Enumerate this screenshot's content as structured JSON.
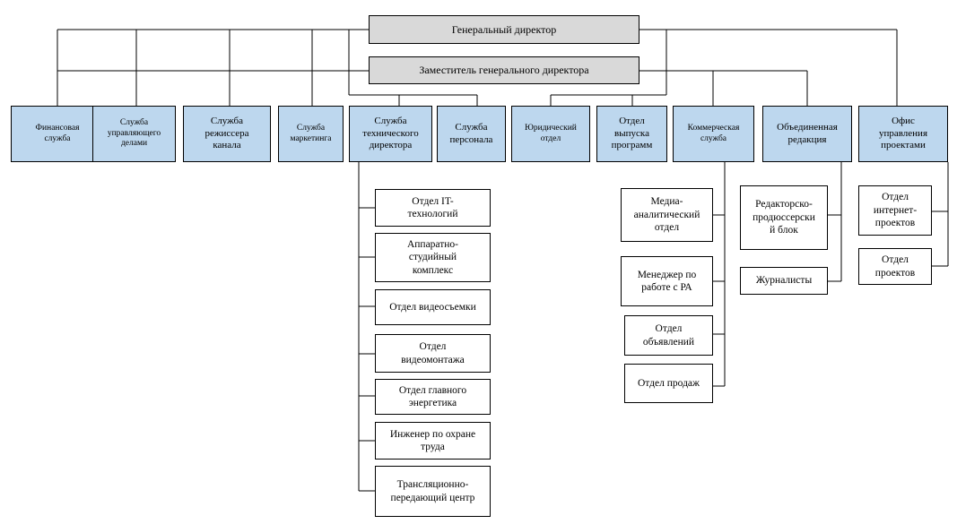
{
  "top": {
    "ceo": "Генеральный директор",
    "deputy": "Заместитель генерального директора"
  },
  "departments": [
    "Финансовая\nслужба",
    "Служба\nуправляющего\nделами",
    "Служба\nрежиссера\nканала",
    "Служба\nмаркетинга",
    "Служба\nтехнического\nдиректора",
    "Служба\nперсонала",
    "Юридический\nотдел",
    "Отдел\nвыпуска\nпрограмм",
    "Коммерческая\nслужба",
    "Объединенная\nредакция",
    "Офис\nуправления\nпроектами"
  ],
  "technical_units": [
    "Отдел IT-\nтехнологий",
    "Аппаратно-\nстудийный\nкомплекс",
    "Отдел видеосъемки",
    "Отдел\nвидеомонтажа",
    "Отдел главного\nэнергетика",
    "Инженер по охране\nтруда",
    "Трансляционно-\nпередающий центр"
  ],
  "commercial_units": [
    "Медиа-\nаналитический\nотдел",
    "Менеджер по\nработе с РА",
    "Отдел\nобъявлений",
    "Отдел продаж"
  ],
  "editorial_units": [
    "Редакторско-\nпродюссерски\nй блок",
    "Журналисты"
  ],
  "project_units": [
    "Отдел\nинтернет-\nпроектов",
    "Отдел\nпроектов"
  ],
  "colors": {
    "top_fill": "#d9d9d9",
    "dept_fill": "#bdd7ee",
    "line": "#000000"
  }
}
